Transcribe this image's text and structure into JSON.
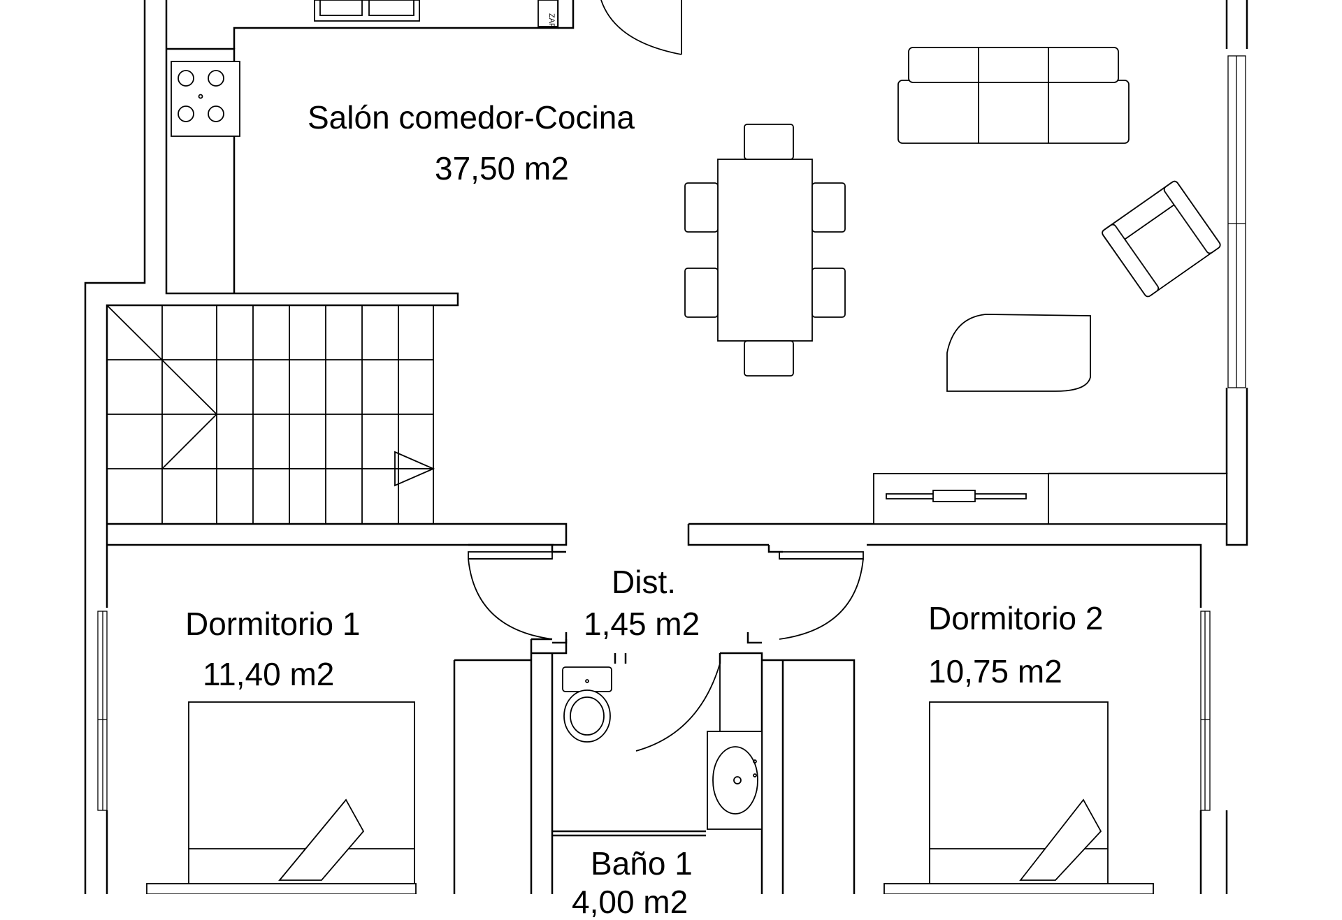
{
  "rooms": {
    "living": {
      "name": "Salón comedor-Cocina",
      "area": "37,50 m2"
    },
    "distributor": {
      "name": "Dist.",
      "area": "1,45 m2"
    },
    "bedroom1": {
      "name": "Dormitorio 1",
      "area": "11,40 m2"
    },
    "bedroom2": {
      "name": "Dormitorio 2",
      "area": "10,75 m2"
    },
    "bathroom": {
      "name": "Baño 1",
      "area": "4,00 m2"
    }
  },
  "appliance_label": "ZAP"
}
